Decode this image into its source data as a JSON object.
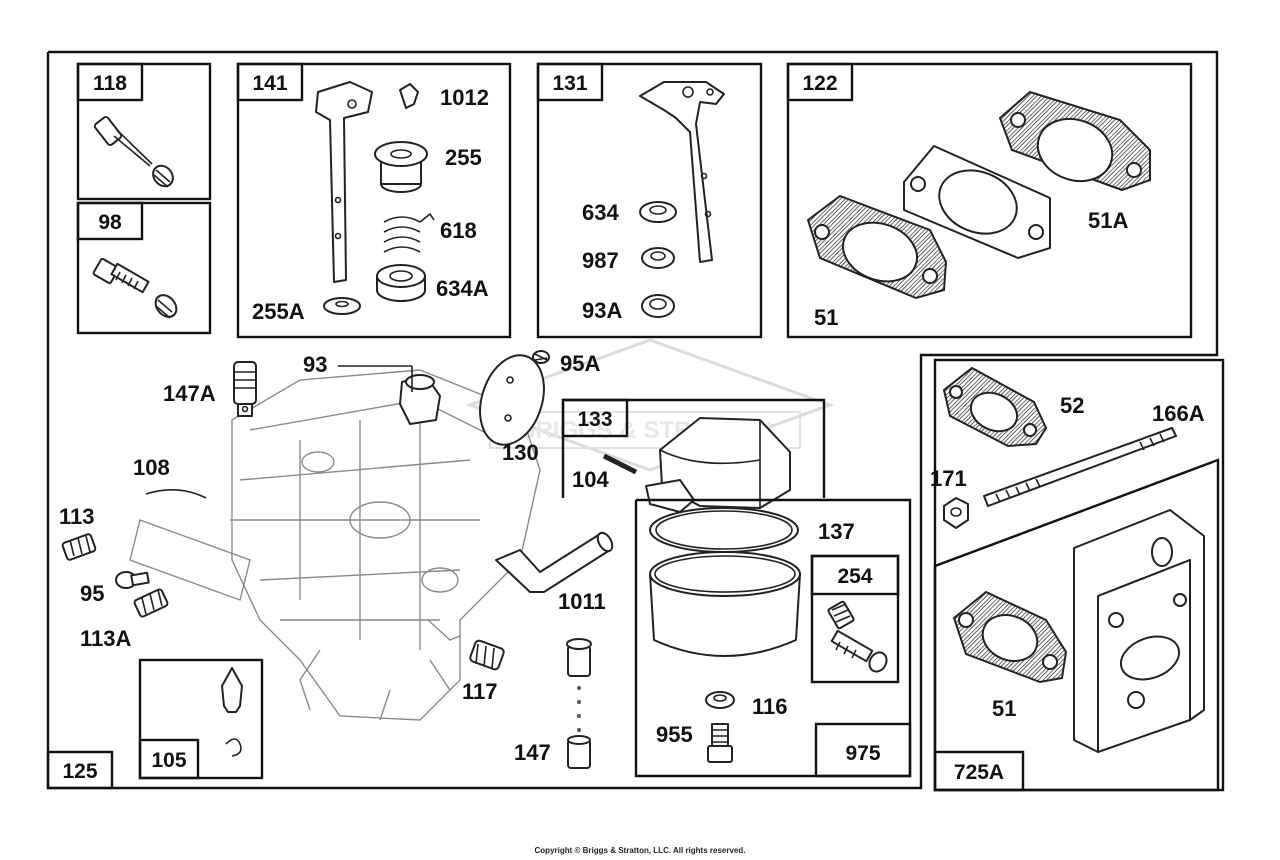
{
  "groups": {
    "g118": "118",
    "g98": "98",
    "g141": "141",
    "g131": "131",
    "g122": "122",
    "g125": "125",
    "g105": "105",
    "g133": "133",
    "g254": "254",
    "g975": "975",
    "g725a": "725A"
  },
  "parts": {
    "p1012": "1012",
    "p255": "255",
    "p618": "618",
    "p634a": "634A",
    "p255a": "255A",
    "p634": "634",
    "p987": "987",
    "p93a": "93A",
    "p51a": "51A",
    "p51_top": "51",
    "p93": "93",
    "p95a": "95A",
    "p147a": "147A",
    "p108": "108",
    "p130": "130",
    "p113": "113",
    "p95": "95",
    "p113a": "113A",
    "p104": "104",
    "p137": "137",
    "p1011": "1011",
    "p117": "117",
    "p116": "116",
    "p955": "955",
    "p147": "147",
    "p52": "52",
    "p166a": "166A",
    "p171": "171",
    "p51_bottom": "51"
  },
  "watermark": "BRIGGS & STRATTON",
  "copyright": "Copyright © Briggs & Stratton, LLC. All rights reserved."
}
